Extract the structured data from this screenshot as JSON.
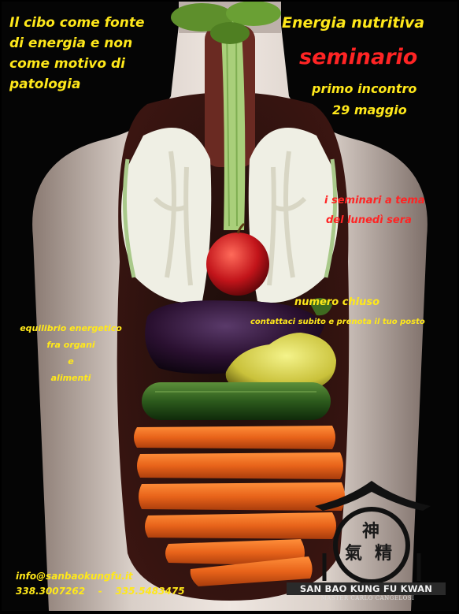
{
  "poster": {
    "intro_line_1": "Il cibo come fonte",
    "intro_line_2": "di energia e non",
    "intro_line_3": "come motivo di",
    "intro_line_4": "patologia",
    "title": "Energia nutritiva",
    "seminar_label": "seminario",
    "meeting_line_1": "primo incontro",
    "meeting_line_2": "29 maggio",
    "theme_line_1": "i seminari a tema",
    "theme_line_2": "del lunedì sera",
    "closed_number": "numero chiuso",
    "contact_cta": "contattaci subito e prenota il tuo posto",
    "balance_line_1": "equilibrio energetico",
    "balance_line_2": "fra organi",
    "balance_line_3": "e",
    "balance_line_4": "alimenti",
    "email": "info@sanbaokungfu.it",
    "phone_1": "338.3007262",
    "phone_separator": "-",
    "phone_2": "335.5483475"
  },
  "logo": {
    "name": "SAN BAO KUNG FU KWAN",
    "subtitle": "MASTER CARLO CANGELOSI",
    "glyph_top": "神",
    "glyph_left": "氣",
    "glyph_right": "精"
  },
  "colors": {
    "text_yellow": "#ffe81a",
    "text_red": "#ff2424",
    "background": "#050505"
  }
}
